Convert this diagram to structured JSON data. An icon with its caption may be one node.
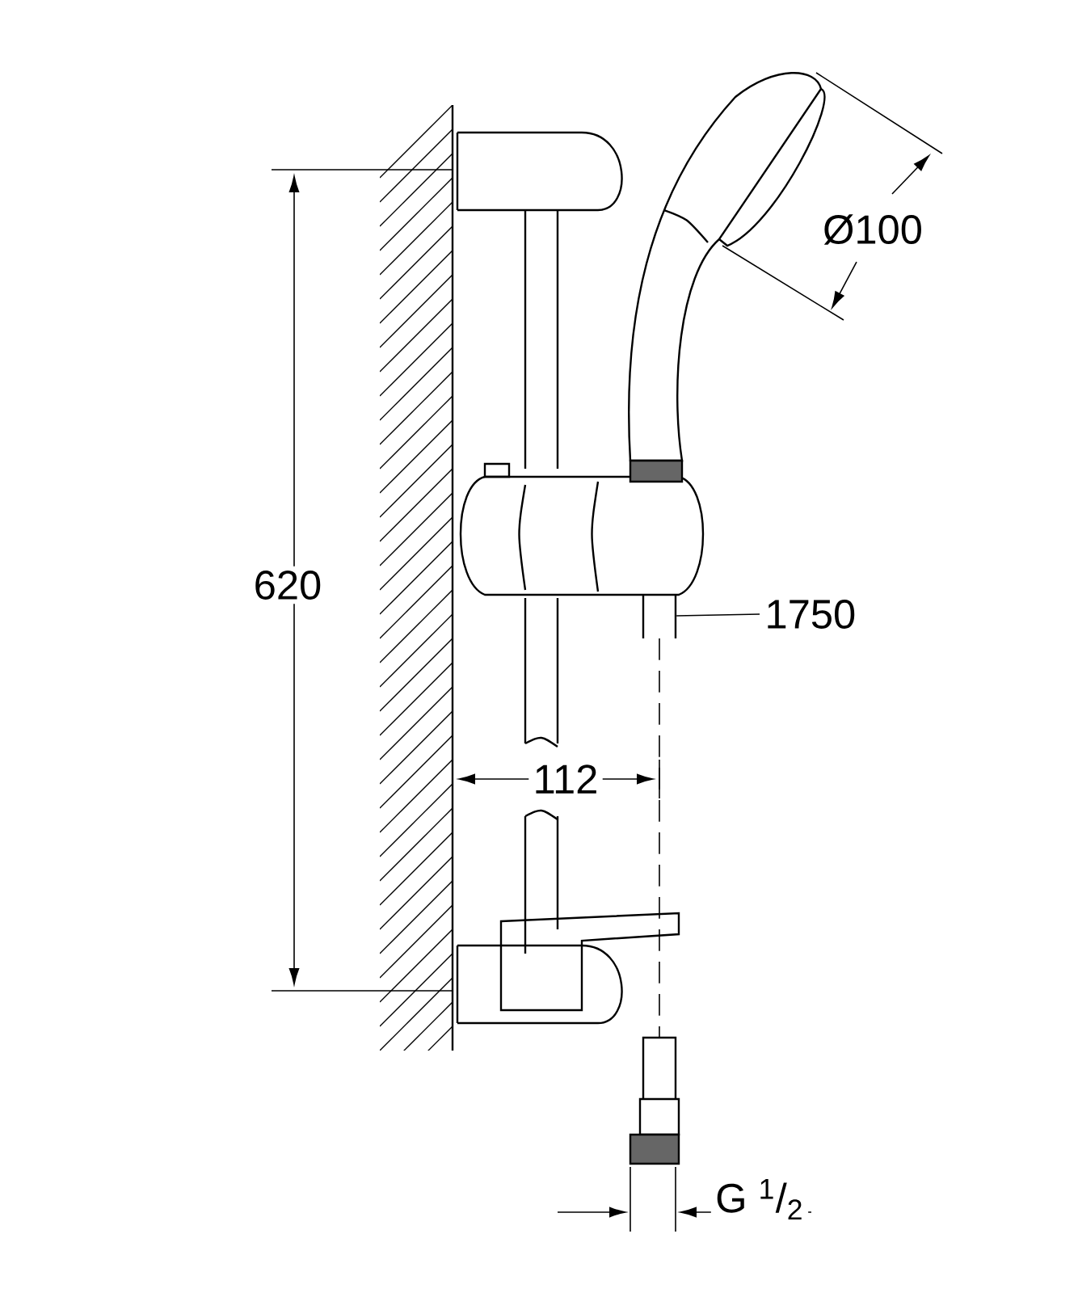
{
  "diagram": {
    "nodes": [
      {
        "text": [
          "1750"
        ]
      },
      {
        "text": [],
        "shape": "picture"
      }
    ],
    "edges": [
      {
        "from": 0,
        "to": 1,
        "arrow": "none"
      }
    ],
    "labels": [
      "Ø100",
      "620",
      "112",
      "G $^{1}$/$_{2}$"
    ]
  }
}
